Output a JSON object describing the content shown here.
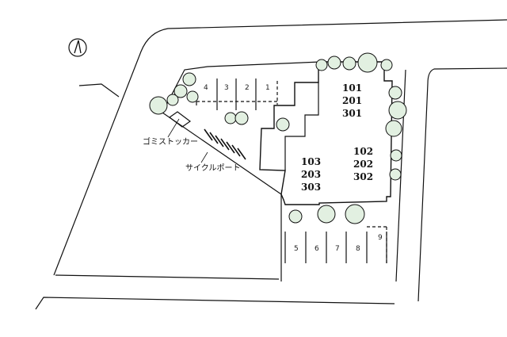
{
  "map": {
    "north_symbol": "compass-north-icon",
    "labels": {
      "garbage": "ゴミストッカー",
      "cycle_port": "サイクルポート"
    },
    "unit_blocks": [
      [
        "101",
        "201",
        "301"
      ],
      [
        "102",
        "202",
        "302"
      ],
      [
        "103",
        "203",
        "303"
      ]
    ],
    "parking_top": [
      "4",
      "3",
      "2",
      "1"
    ],
    "parking_bottom": [
      "5",
      "6",
      "7",
      "8",
      "9"
    ],
    "colors": {
      "line": "#111111",
      "tree_fill": "#e2f0e1"
    }
  }
}
